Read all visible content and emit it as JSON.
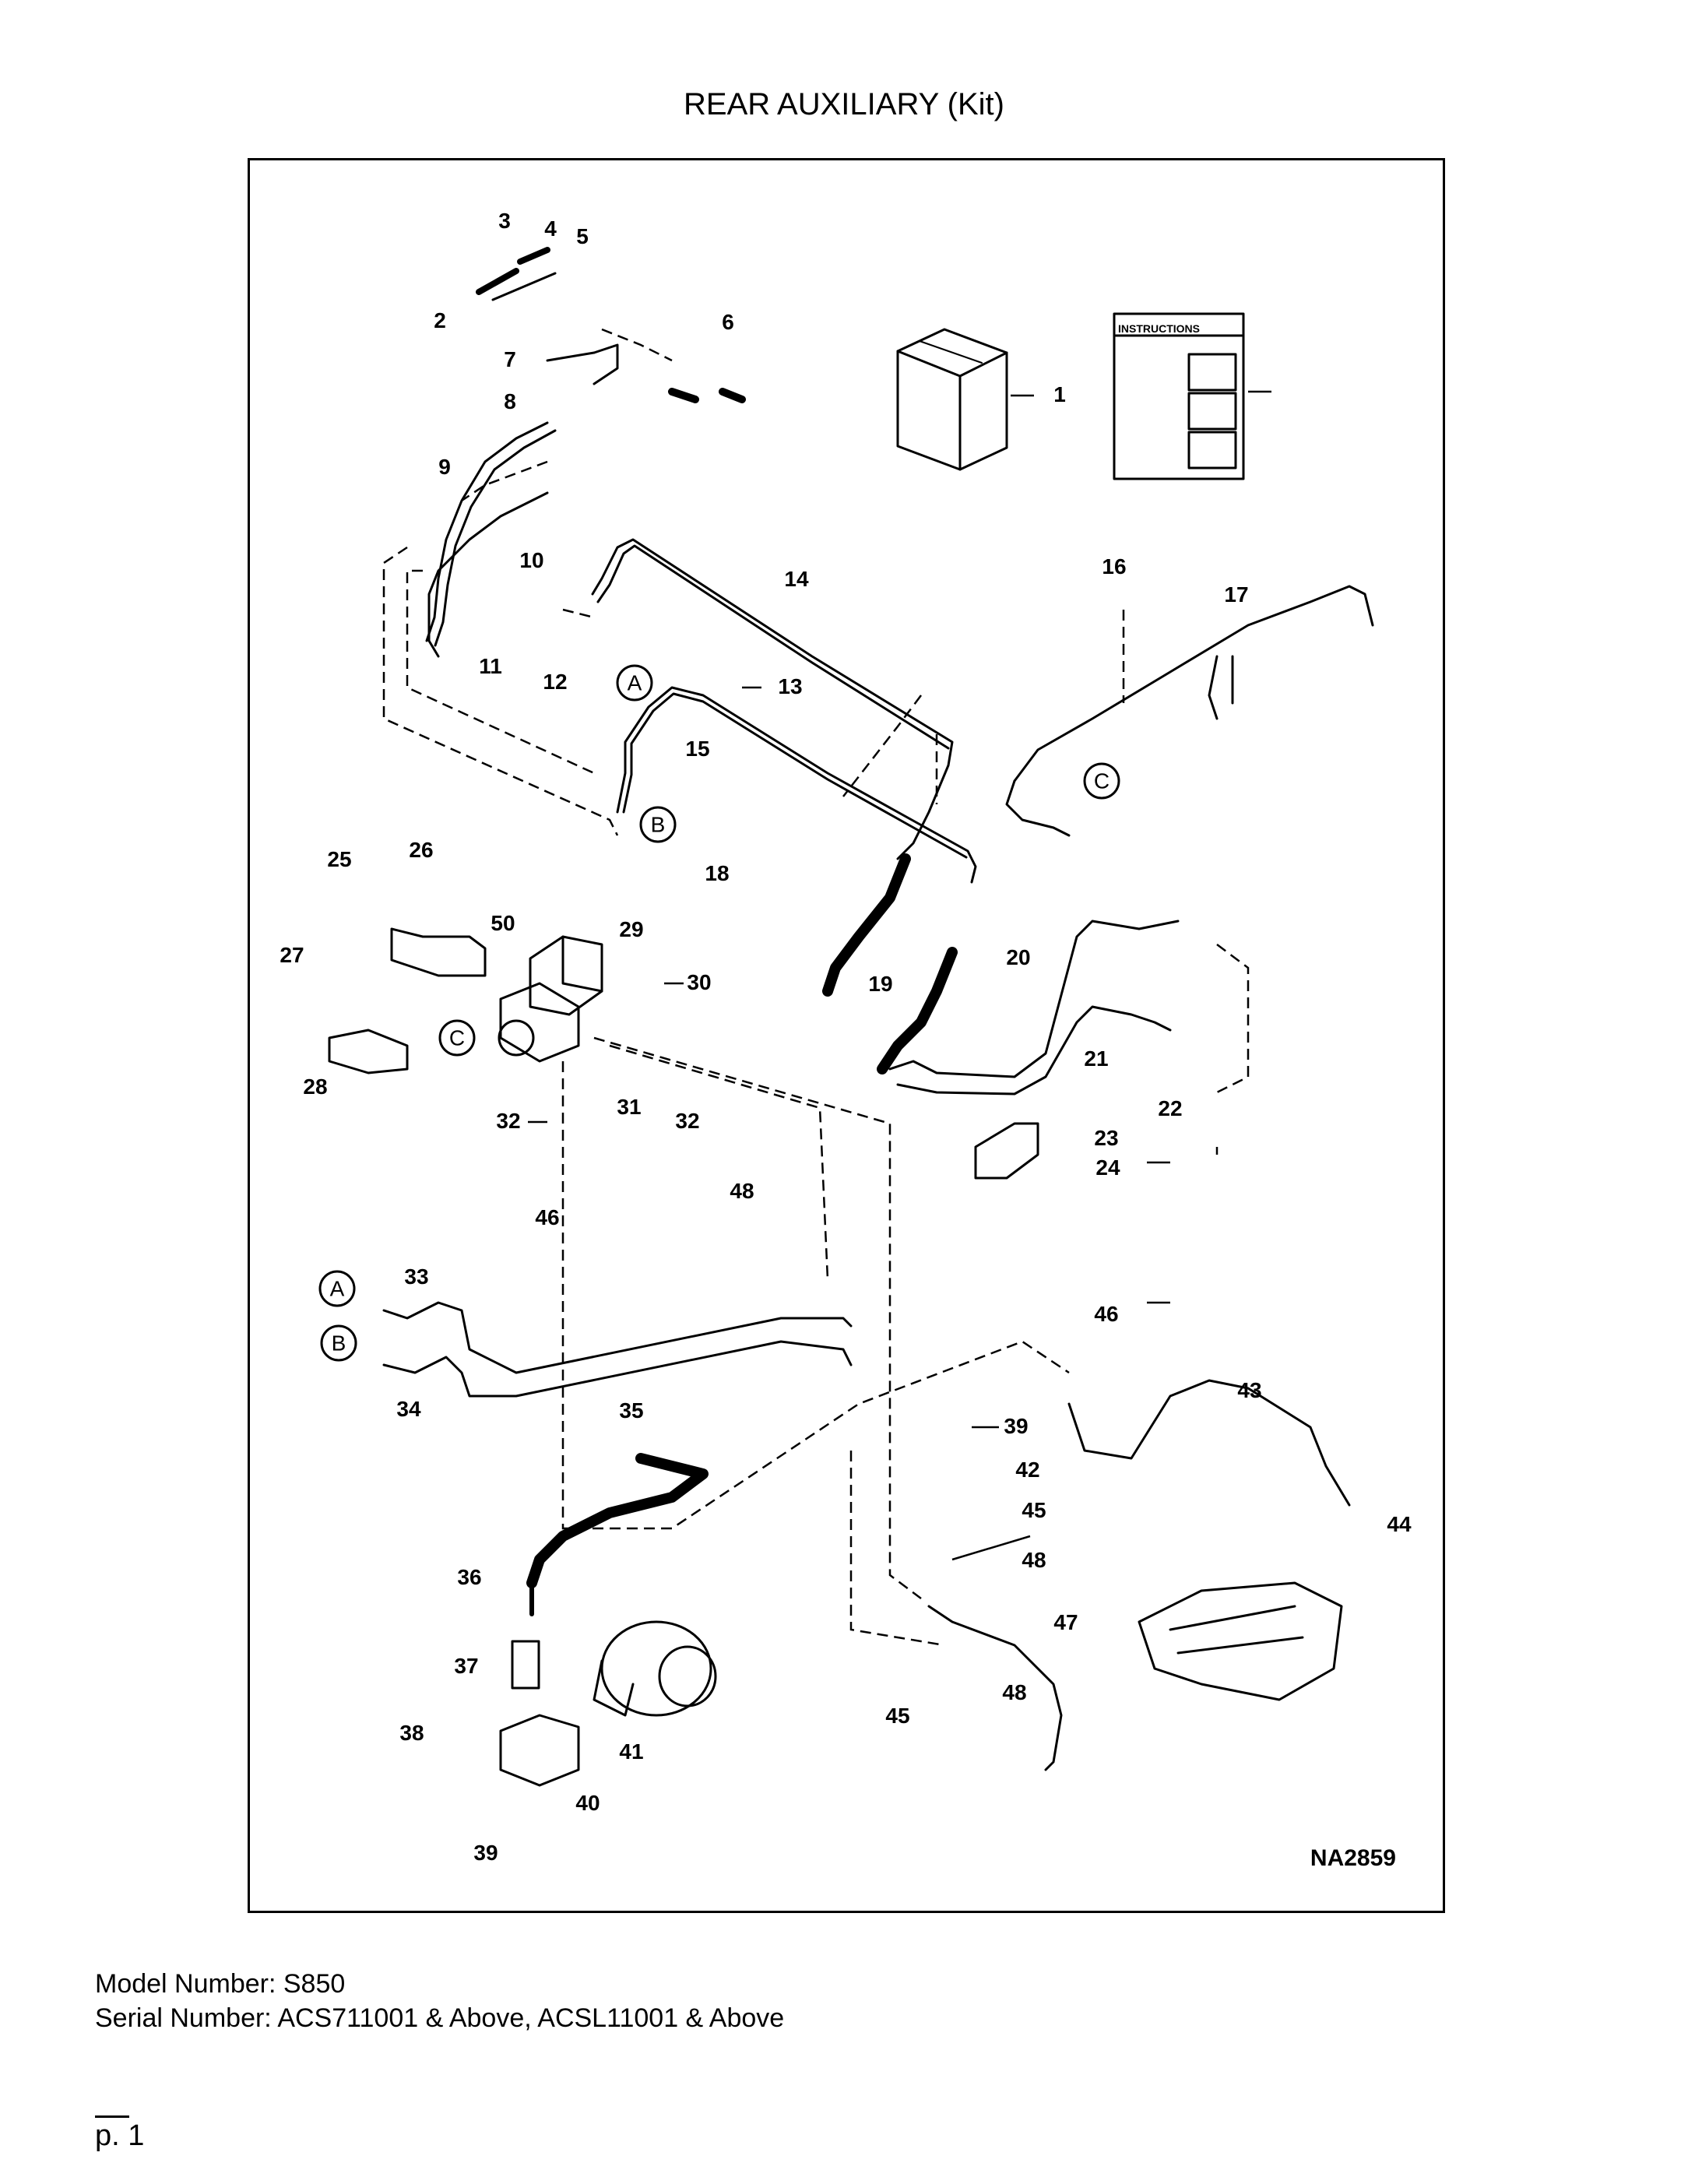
{
  "title": "REAR AUXILIARY (Kit)",
  "drawing_id": "NA2859",
  "footer": {
    "model": "Model Number: S850",
    "serial": "Serial Number: ACS711001 & Above, ACSL11001 & Above"
  },
  "page": "p. 1",
  "instructions_label": "INSTRUCTIONS",
  "connection_labels": [
    "A",
    "B",
    "C"
  ],
  "callouts": [
    "1",
    "2",
    "3",
    "4",
    "5",
    "6",
    "7",
    "8",
    "9",
    "10",
    "11",
    "12",
    "13",
    "14",
    "15",
    "16",
    "17",
    "18",
    "19",
    "20",
    "21",
    "22",
    "23",
    "24",
    "25",
    "26",
    "27",
    "28",
    "29",
    "30",
    "31",
    "32",
    "33",
    "34",
    "35",
    "36",
    "37",
    "38",
    "39",
    "40",
    "41",
    "42",
    "43",
    "44",
    "45",
    "46",
    "47",
    "48",
    "50"
  ]
}
